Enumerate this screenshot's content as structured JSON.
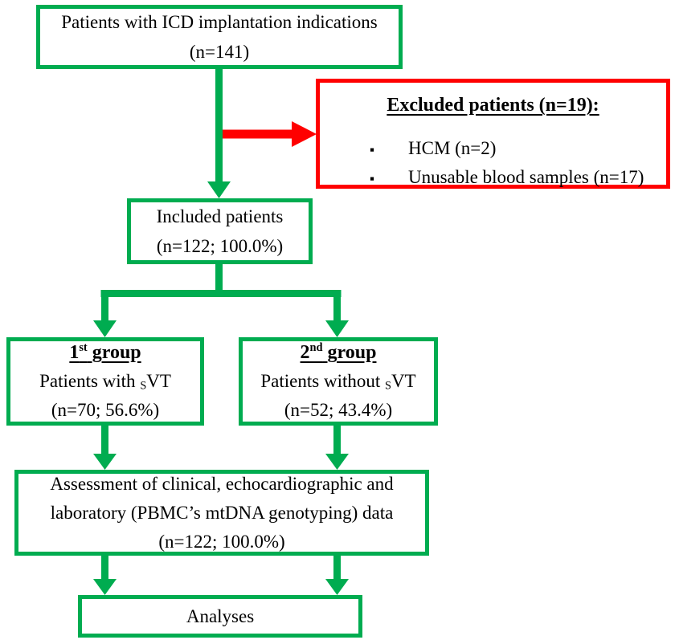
{
  "colors": {
    "green": "#00AC50",
    "red": "#FF0000"
  },
  "flow": {
    "top_box": {
      "line1": "Patients with ICD implantation indications",
      "line2": "(n=141)"
    },
    "excluded_box": {
      "heading": "Excluded patients (n=19):",
      "bullet_glyph": "▪",
      "items": [
        {
          "label": "HCM (n=2)"
        },
        {
          "label": "Unusable blood samples (n=17)"
        }
      ]
    },
    "included_box": {
      "line1": "Included patients",
      "line2": "(n=122; 100.0%)"
    },
    "group1_box": {
      "ordinal_num": "1",
      "ordinal_suffix": "st",
      "title_rest": " group",
      "line2_pre": "Patients with ",
      "line2_sub": "S",
      "line2_post": "VT",
      "line3": "(n=70; 56.6%)"
    },
    "group2_box": {
      "ordinal_num": "2",
      "ordinal_suffix": "nd",
      "title_rest": " group",
      "line2_pre": "Patients without ",
      "line2_sub": "S",
      "line2_post": "VT",
      "line3": "(n=52; 43.4%)"
    },
    "assessment_box": {
      "line1": "Assessment of clinical, echocardiographic and",
      "line2": "laboratory (PBMC’s mtDNA genotyping) data",
      "line3": "(n=122; 100.0%)"
    },
    "analyses_box": {
      "label": "Analyses"
    }
  }
}
